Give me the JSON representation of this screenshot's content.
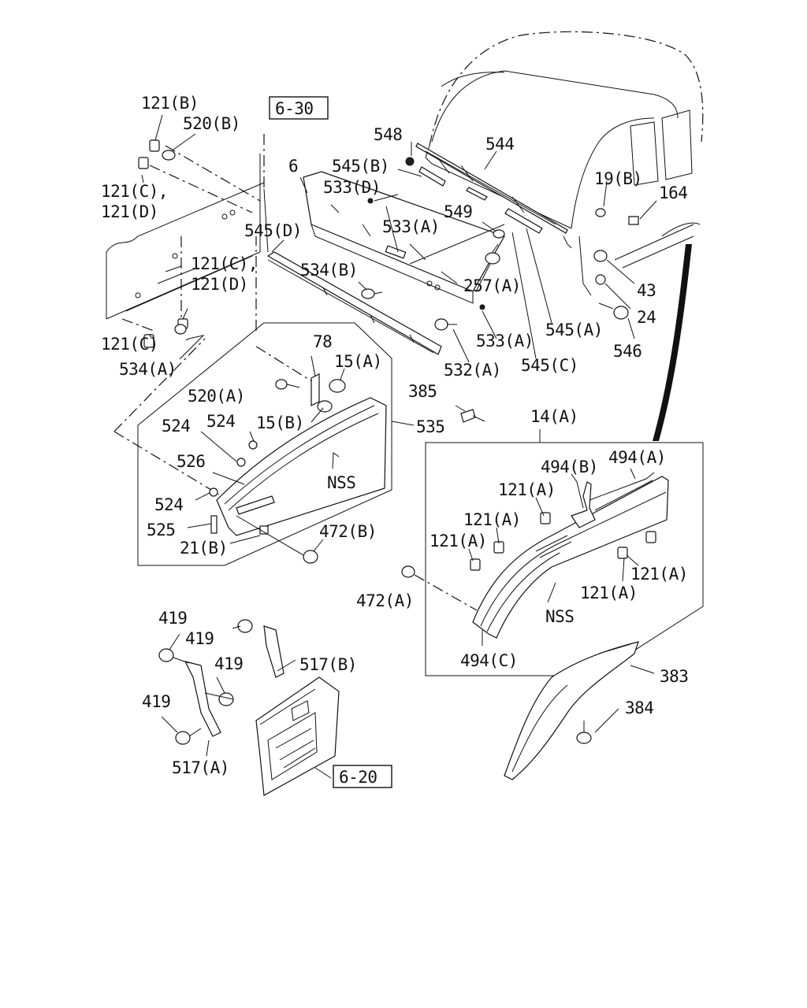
{
  "diagram": {
    "refs": {
      "ref_6_30": "6-30",
      "ref_6_20": "6-20"
    },
    "labels": {
      "p121b_top": "121(B)",
      "p520b": "520(B)",
      "p121c_top": "121(C),",
      "p121d_top": "121(D)",
      "p121c_mid": "121(C),",
      "p121d_mid": "121(D)",
      "p121c_low": "121(C)",
      "p534a": "534(A)",
      "p6": "6",
      "p545d": "545(D)",
      "p545b": "545(B)",
      "p533d": "533(D)",
      "p533a_top": "533(A)",
      "p534b": "534(B)",
      "p548": "548",
      "p544": "544",
      "p549": "549",
      "p257a": "257(A)",
      "p533a_low": "533(A)",
      "p532a": "532(A)",
      "p545a": "545(A)",
      "p545c": "545(C)",
      "p19b": "19(B)",
      "p164": "164",
      "p43": "43",
      "p24": "24",
      "p546": "546",
      "p78": "78",
      "p15a": "15(A)",
      "p520a": "520(A)",
      "p15b": "15(B)",
      "p524_a": "524",
      "p524_b": "524",
      "p526": "526",
      "p524_c": "524",
      "p525": "525",
      "p21b": "21(B)",
      "p472b": "472(B)",
      "p535": "535",
      "nss_left": "NSS",
      "p385": "385",
      "p14a": "14(A)",
      "p494b": "494(B)",
      "p494a": "494(A)",
      "p121a_1": "121(A)",
      "p121a_2": "121(A)",
      "p121a_3": "121(A)",
      "p121a_4": "121(A)",
      "p121a_5": "121(A)",
      "p472a": "472(A)",
      "nss_right": "NSS",
      "p494c": "494(C)",
      "p383": "383",
      "p384": "384",
      "p419_1": "419",
      "p419_2": "419",
      "p419_3": "419",
      "p419_4": "419",
      "p517b": "517(B)",
      "p517a": "517(A)"
    }
  }
}
